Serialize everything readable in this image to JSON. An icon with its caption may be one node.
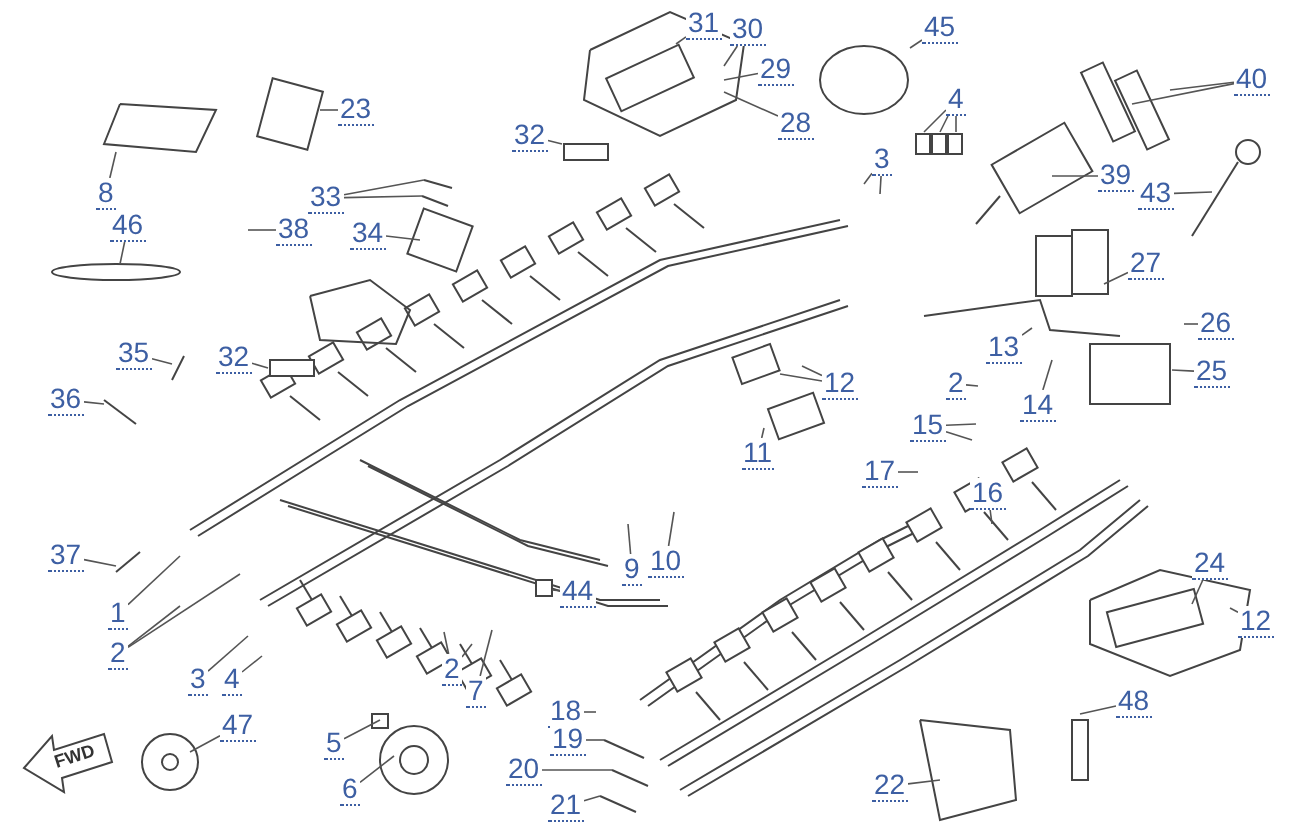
{
  "diagram": {
    "nodes": [
      {
        "text": [
          "31"
        ]
      },
      {
        "text": [
          "30"
        ]
      },
      {
        "text": [
          "45"
        ]
      },
      {
        "text": [
          "40"
        ]
      },
      {
        "text": [
          "4"
        ]
      },
      {
        "text": [
          "23"
        ]
      },
      {
        "text": [
          "29"
        ]
      },
      {
        "text": [
          "28"
        ]
      },
      {
        "text": [
          "32"
        ]
      },
      {
        "text": [
          "3"
        ]
      },
      {
        "text": [
          "39"
        ]
      },
      {
        "text": [
          "43"
        ]
      },
      {
        "text": [
          "8"
        ]
      },
      {
        "text": [
          "33"
        ]
      },
      {
        "text": [
          "46"
        ]
      },
      {
        "text": [
          "38"
        ]
      },
      {
        "text": [
          "34"
        ]
      },
      {
        "text": [
          "27"
        ]
      },
      {
        "text": [
          "26"
        ]
      },
      {
        "text": [
          "13"
        ]
      },
      {
        "text": [
          "35"
        ]
      },
      {
        "text": [
          "32"
        ]
      },
      {
        "text": [
          "25"
        ]
      },
      {
        "text": [
          "2"
        ]
      },
      {
        "text": [
          "12"
        ]
      },
      {
        "text": [
          "36"
        ]
      },
      {
        "text": [
          "14"
        ]
      },
      {
        "text": [
          "15"
        ]
      },
      {
        "text": [
          "11"
        ]
      },
      {
        "text": [
          "17"
        ]
      },
      {
        "text": [
          "16"
        ]
      },
      {
        "text": [
          "37"
        ]
      },
      {
        "text": [
          "10"
        ]
      },
      {
        "text": [
          "24"
        ]
      },
      {
        "text": [
          "9"
        ]
      },
      {
        "text": [
          "44"
        ]
      },
      {
        "text": [
          "1"
        ]
      },
      {
        "text": [
          "12"
        ]
      },
      {
        "text": [
          "2"
        ]
      },
      {
        "text": [
          "2"
        ]
      },
      {
        "text": [
          "3"
        ]
      },
      {
        "text": [
          "4"
        ]
      },
      {
        "text": [
          "7"
        ]
      },
      {
        "text": [
          "48"
        ]
      },
      {
        "text": [
          "18"
        ]
      },
      {
        "text": [
          "47"
        ]
      },
      {
        "text": [
          "5"
        ]
      },
      {
        "text": [
          "19"
        ]
      },
      {
        "text": [
          "20"
        ]
      },
      {
        "text": [
          "6"
        ]
      },
      {
        "text": [
          "22"
        ]
      },
      {
        "text": [
          "21"
        ]
      }
    ],
    "edges": [
      {
        "from": 0,
        "to": null,
        "arrow": "none"
      },
      {
        "from": 1,
        "to": null,
        "arrow": "none"
      },
      {
        "from": 2,
        "to": null,
        "arrow": "none"
      },
      {
        "from": 3,
        "to": null,
        "arrow": "none"
      },
      {
        "from": 3,
        "to": null,
        "arrow": "none"
      },
      {
        "from": 4,
        "to": null,
        "arrow": "none"
      },
      {
        "from": 4,
        "to": null,
        "arrow": "none"
      },
      {
        "from": 4,
        "to": null,
        "arrow": "none"
      },
      {
        "from": 5,
        "to": null,
        "arrow": "none"
      },
      {
        "from": 6,
        "to": null,
        "arrow": "none"
      },
      {
        "from": 7,
        "to": null,
        "arrow": "none"
      },
      {
        "from": 8,
        "to": null,
        "arrow": "none"
      },
      {
        "from": 9,
        "to": null,
        "arrow": "none"
      },
      {
        "from": 9,
        "to": null,
        "arrow": "none"
      },
      {
        "from": 10,
        "to": null,
        "arrow": "none"
      },
      {
        "from": 11,
        "to": null,
        "arrow": "none"
      },
      {
        "from": 12,
        "to": null,
        "arrow": "none"
      },
      {
        "from": 13,
        "to": null,
        "arrow": "none"
      },
      {
        "from": 13,
        "to": null,
        "arrow": "none"
      },
      {
        "from": 14,
        "to": null,
        "arrow": "none"
      },
      {
        "from": 15,
        "to": null,
        "arrow": "none"
      },
      {
        "from": 16,
        "to": null,
        "arrow": "none"
      },
      {
        "from": 17,
        "to": null,
        "arrow": "none"
      },
      {
        "from": 18,
        "to": null,
        "arrow": "none"
      },
      {
        "from": 19,
        "to": null,
        "arrow": "none"
      },
      {
        "from": 20,
        "to": null,
        "arrow": "none"
      },
      {
        "from": 21,
        "to": null,
        "arrow": "none"
      },
      {
        "from": 22,
        "to": null,
        "arrow": "none"
      },
      {
        "from": 23,
        "to": null,
        "arrow": "none"
      },
      {
        "from": 24,
        "to": null,
        "arrow": "none"
      },
      {
        "from": 24,
        "to": null,
        "arrow": "none"
      },
      {
        "from": 25,
        "to": null,
        "arrow": "none"
      },
      {
        "from": 26,
        "to": null,
        "arrow": "none"
      },
      {
        "from": 27,
        "to": null,
        "arrow": "none"
      },
      {
        "from": 27,
        "to": null,
        "arrow": "none"
      },
      {
        "from": 28,
        "to": null,
        "arrow": "none"
      },
      {
        "from": 29,
        "to": null,
        "arrow": "none"
      },
      {
        "from": 30,
        "to": null,
        "arrow": "none"
      },
      {
        "from": 31,
        "to": null,
        "arrow": "none"
      },
      {
        "from": 32,
        "to": null,
        "arrow": "none"
      },
      {
        "from": 33,
        "to": null,
        "arrow": "none"
      },
      {
        "from": 34,
        "to": null,
        "arrow": "none"
      },
      {
        "from": 35,
        "to": null,
        "arrow": "none"
      },
      {
        "from": 36,
        "to": null,
        "arrow": "none"
      },
      {
        "from": 37,
        "to": null,
        "arrow": "none"
      },
      {
        "from": 38,
        "to": null,
        "arrow": "none"
      },
      {
        "from": 38,
        "to": null,
        "arrow": "none"
      },
      {
        "from": 39,
        "to": null,
        "arrow": "none"
      },
      {
        "from": 39,
        "to": null,
        "arrow": "none"
      },
      {
        "from": 40,
        "to": null,
        "arrow": "none"
      },
      {
        "from": 41,
        "to": null,
        "arrow": "none"
      },
      {
        "from": 42,
        "to": null,
        "arrow": "none"
      },
      {
        "from": 43,
        "to": null,
        "arrow": "none"
      },
      {
        "from": 44,
        "to": null,
        "arrow": "none"
      },
      {
        "from": 45,
        "to": null,
        "arrow": "none"
      },
      {
        "from": 46,
        "to": null,
        "arrow": "none"
      },
      {
        "from": 47,
        "to": null,
        "arrow": "none"
      },
      {
        "from": 48,
        "to": null,
        "arrow": "none"
      },
      {
        "from": 49,
        "to": null,
        "arrow": "none"
      },
      {
        "from": 50,
        "to": null,
        "arrow": "none"
      },
      {
        "from": 51,
        "to": null,
        "arrow": "none"
      }
    ],
    "labels": [
      "FWD"
    ]
  }
}
